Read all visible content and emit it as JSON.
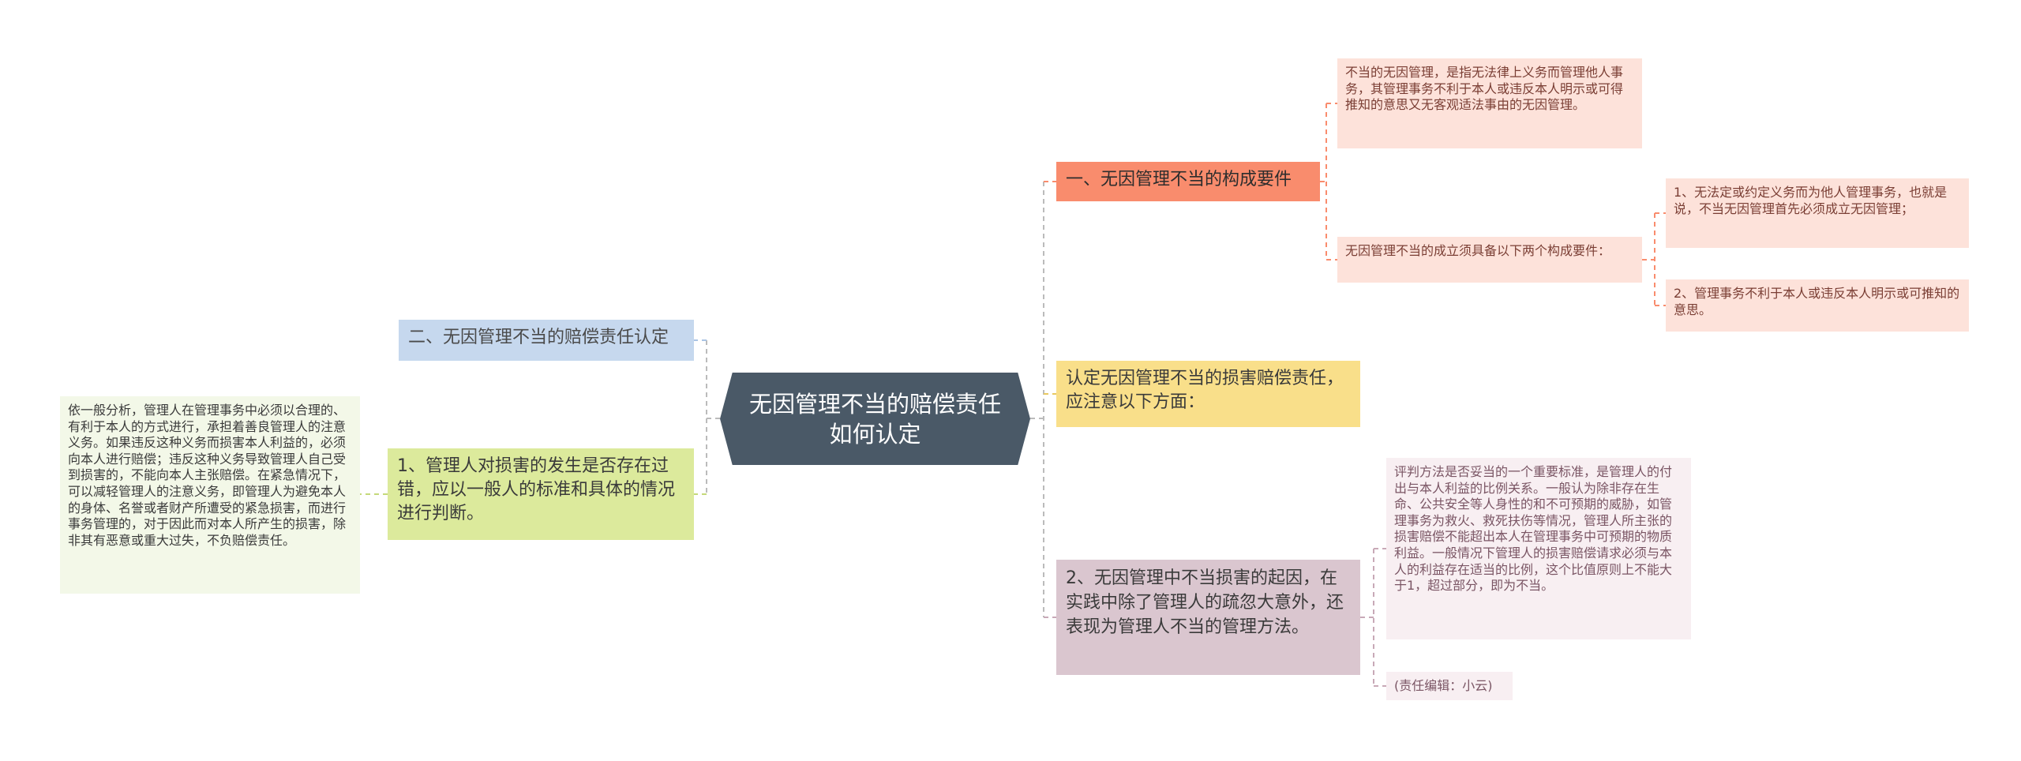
{
  "root": {
    "text": "无因管理不当的赔偿责任如何认定"
  },
  "right": {
    "a1": "一、无因管理不当的构成要件",
    "a1_def": "不当的无因管理，是指无法律上义务而管理他人事务，其管理事务不利于本人或违反本人明示或可得推知的意思又无客观适法事由的无因管理。",
    "a1_req": "无因管理不当的成立须具备以下两个构成要件：",
    "a1_req_1": "1、无法定或约定义务而为他人管理事务，也就是说，不当无因管理首先必须成立无因管理；",
    "a1_req_2": "2、管理事务不利于本人或违反本人明示或可推知的意思。",
    "a2": "认定无因管理不当的损害赔偿责任，应注意以下方面：",
    "a3": "2、无因管理中不当损害的起因，在实践中除了管理人的疏忽大意外，还表现为管理人不当的管理方法。",
    "a3_detail": "评判方法是否妥当的一个重要标准，是管理人的付出与本人利益的比例关系。一般认为除非存在生命、公共安全等人身性的和不可预期的威胁，如管理事务为救火、救死扶伤等情况，管理人所主张的损害赔偿不能超出本人在管理事务中可预期的物质利益。一般情况下管理人的损害赔偿请求必须与本人的利益存在适当的比例，这个比值原则上不能大于1，超过部分，即为不当。",
    "a3_editor": "(责任编辑：小云)"
  },
  "left": {
    "b1": "二、无因管理不当的赔偿责任认定",
    "b2": "1、管理人对损害的发生是否存在过错，应以一般人的标准和具体的情况进行判断。",
    "b2_detail": "依一般分析，管理人在管理事务中必须以合理的、有利于本人的方式进行，承担着善良管理人的注意义务。如果违反这种义务而损害本人利益的，必须向本人进行赔偿；违反这种义务导致管理人自己受到损害的，不能向本人主张赔偿。在紧急情况下，可以减轻管理人的注意义务，即管理人为避免本人的身体、名誉或者财产所遭受的紧急损害，而进行事务管理的，对于因此而对本人所产生的损害，除非其有恶意或重大过失，不负赔偿责任。"
  },
  "colors": {
    "root": "#4a5967",
    "branch_a1": "#f98c6d",
    "branch_a2": "#f9df8a",
    "branch_a3": "#dac6cf",
    "branch_b1": "#c6d8ee",
    "branch_b2": "#dcea9c"
  }
}
